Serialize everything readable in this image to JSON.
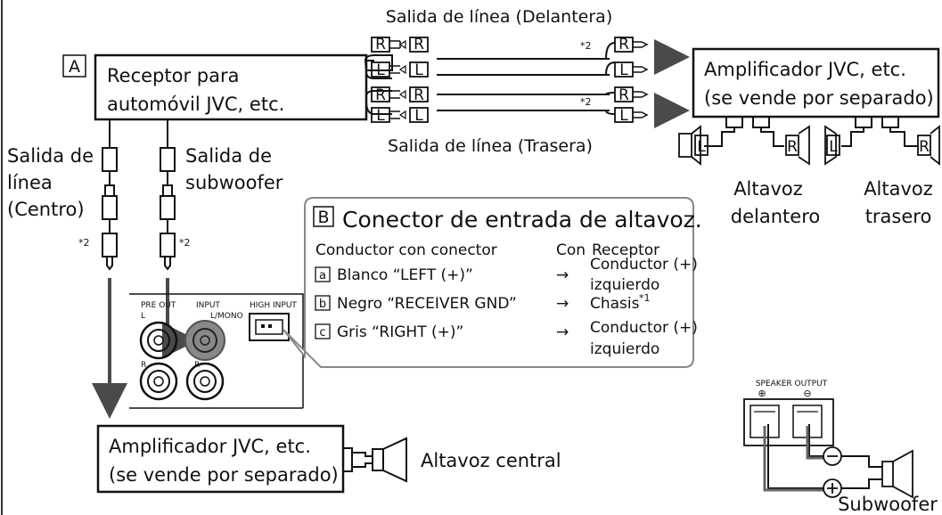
{
  "section_a": {
    "marker": "A",
    "receiver": {
      "line1": "Receptor para",
      "line2": "automóvil JVC, etc."
    }
  },
  "line_out": {
    "front": "Salida de línea (Delantera)",
    "rear": "Salida de línea (Trasera)"
  },
  "connector_marks": {
    "r": "R",
    "l": "L",
    "asterisk2": "*2",
    "asterisk1": "*1"
  },
  "amp_main": {
    "line1": "Amplificador JVC, etc.",
    "line2": "(se vende por separado)"
  },
  "speakers": {
    "front": {
      "line1": "Altavoz",
      "line2": "delantero"
    },
    "rear": {
      "line1": "Altavoz",
      "line2": "trasero"
    },
    "central": "Altavoz central",
    "subwoofer": "Subwoofer"
  },
  "center_out": {
    "line1": "Salida de",
    "line2": "línea",
    "line3": "(Centro)"
  },
  "sub_out": {
    "line1": "Salida de",
    "line2": "subwoofer"
  },
  "section_b": {
    "marker": "B",
    "title": "Conector de entrada de altavoz.",
    "header_left": "Conductor con conector",
    "header_con": "Con",
    "header_receptor": "Receptor",
    "rows": [
      {
        "key": "a",
        "label": "Blanco “LEFT (+)”",
        "arrow": "→",
        "dest1": "Conductor (+)",
        "dest2": "izquierdo"
      },
      {
        "key": "b",
        "label": "Negro “RECEIVER GND”",
        "arrow": "→",
        "dest1": "Chasis"
      },
      {
        "key": "c",
        "label": "Gris “RIGHT (+)”",
        "arrow": "→",
        "dest1": "Conductor (+)",
        "dest2": "izquierdo"
      }
    ]
  },
  "panel": {
    "preout": "PRE OUT",
    "input": "INPUT",
    "high_input": "HIGH INPUT",
    "l": "L",
    "r": "R",
    "lmono": "L/MONO"
  },
  "speaker_output": {
    "label": "SPEAKER OUTPUT",
    "plus": "⊕",
    "minus": "⊖"
  },
  "amp_center": {
    "line1": "Amplificador JVC, etc.",
    "line2": "(se vende por separado)"
  }
}
